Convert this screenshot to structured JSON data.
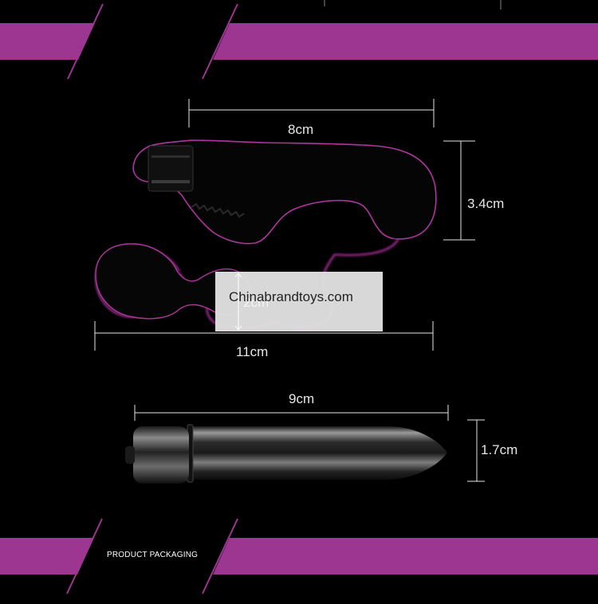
{
  "colors": {
    "background": "#000000",
    "accent_band": "#9c3690",
    "outline_glow": "#b0359f",
    "dimension_line": "#e6e6e6"
  },
  "product_top": {
    "length_label": "8cm",
    "height_label": "3.4cm",
    "bead_label": "2cm",
    "total_length_label": "11cm"
  },
  "bullet": {
    "length_label": "9cm",
    "diameter_label": "1.7cm"
  },
  "watermark": {
    "text": "Chinabrandtoys.com"
  },
  "footer": {
    "section_label": "PRODUCT PACKAGING"
  }
}
